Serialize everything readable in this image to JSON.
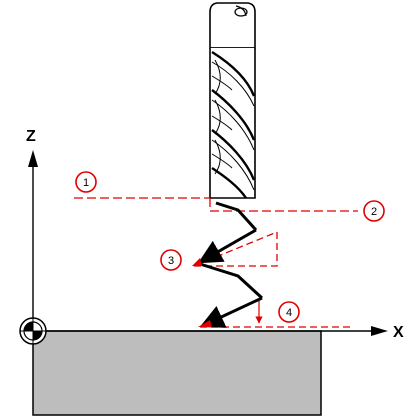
{
  "axes": {
    "z_label": "Z",
    "x_label": "X"
  },
  "callouts": [
    {
      "label": "1"
    },
    {
      "label": "2"
    },
    {
      "label": "3"
    },
    {
      "label": "4"
    }
  ],
  "colors": {
    "callout_red": "#e00000",
    "workpiece": "#bdbdbd",
    "line": "#000000"
  },
  "icons": [
    "tool-icon",
    "datum-origin-icon"
  ]
}
